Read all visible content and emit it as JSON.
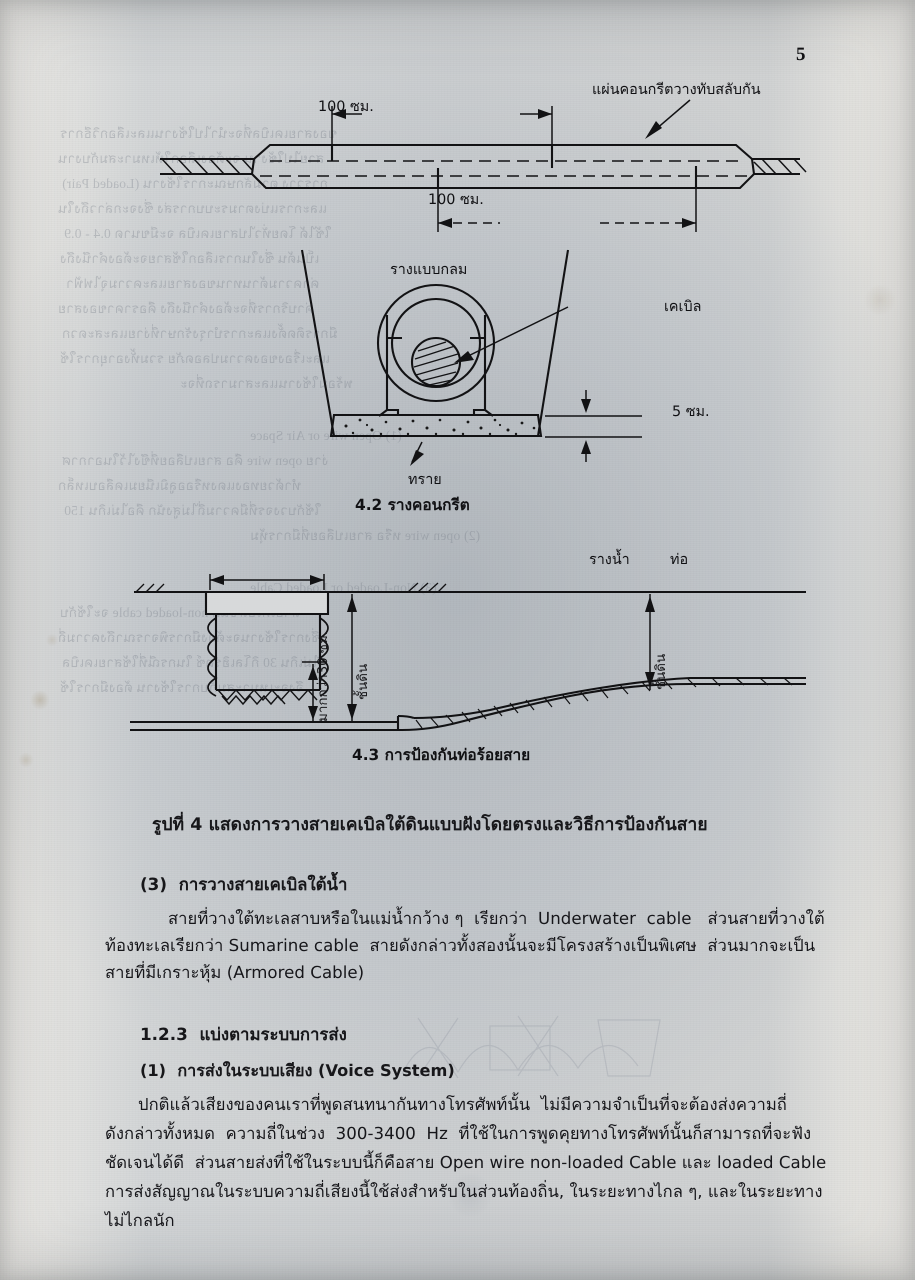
{
  "page": {
    "number": "5",
    "language": "Thai",
    "ink_color": "#17171a",
    "paper_color": "#cacdd0"
  },
  "figure_top": {
    "id": "4.1",
    "dim_upper": "100 ซม.",
    "dim_lower": "100 ซม.",
    "callout": "แผ่นคอนกรีตวางทับสลับกัน"
  },
  "figure_mid": {
    "id": "4.2",
    "caption": "4.2 รางคอนกรีต",
    "label_duct": "รางแบบกลม",
    "label_cable": "เคเบิล",
    "label_sand": "ทราย",
    "dim_depth": "5 ซม."
  },
  "figure_bottom": {
    "id": "4.3",
    "caption": "4.3 การป้องกันท่อร้อยสาย",
    "label_trough": "รางน้ำ",
    "label_pipe": "ท่อ",
    "dim_clearance": "มากกว่า30 ซม.",
    "label_ground_left": "ชั้นดิน",
    "label_ground_right": "ชั้นดิน"
  },
  "figure_caption": "รูปที่ 4 แสดงการวางสายเคเบิลใต้ดินแบบฝังโดยตรงและวิธีการป้องกันสาย",
  "section_3": {
    "heading": "(3)  การวางสายเคเบิลใต้น้ำ",
    "lines": [
      "สายที่วางใต้ทะเลสาบหรือในแม่น้ำกว้าง ๆ  เรียกว่า  Underwater  cable   ส่วนสายที่วางใต้",
      "ท้องทะเลเรียกว่า Sumarine cable  สายดังกล่าวทั้งสองนั้นจะมีโครงสร้างเป็นพิเศษ  ส่วนมากจะเป็น",
      "สายที่มีเกราะหุ้ม (Armored Cable)"
    ]
  },
  "section_123": {
    "heading": "1.2.3  แบ่งตามระบบการส่ง",
    "sub_heading": "(1)  การส่งในระบบเสียง (Voice System)",
    "lines": [
      "ปกติแล้วเสียงของคนเราที่พูดสนทนากันทางโทรศัพท์นั้น  ไม่มีความจำเป็นที่จะต้องส่งความถี่",
      "ดังกล่าวทั้งหมด  ความถี่ในช่วง  300-3400  Hz  ที่ใช้ในการพูดคุยทางโทรศัพท์นั้นก็สามารถที่จะฟัง",
      "ชัดเจนได้ดี  ส่วนสายส่งที่ใช้ในระบบนี้ก็คือสาย Open wire non-loaded Cable และ loaded Cable",
      "การส่งสัญญาณในระบบความถี่เสียงนี้ใช้ส่งสำหรับในส่วนท้องถิ่น, ในระยะทางไกล ๆ, และในระยะทาง",
      "ไม่ไกลนัก"
    ]
  },
  "show_through": {
    "note": "mirrored text bleeding from reverse page",
    "lines": [
      "ของสายเคเบิลที่จะนำไปใช้งานและเลือกวิธีการ",
      "สายไปใช้งาน จะต้องเลือกให้เหมาะสมกับงาน",
      "การวาง ตามลักษณะการใช้งาน (Loaded Pair)",
      "และการแบ่งตามระบบการส่ง ซึ่งจะกล่าวถึงใน",
      "ใช้ได้  โดยทั่วไปสายเคเบิล จะมีขนาด 0.4 - 0.9",
      "เป็นต้น ซึ่งในการเลือกใช้สายจะต้องคำนึงถึง",
      "ค่าความต้านทานของสายและความจุไฟฟ้า",
      "ค่าบริการที่จะต้องคำนึงถึง คือราคาของสาย",
      "มีการติดตั้งและการบำรุงรักษาที่ง่ายและสะดวก",
      "และเรื่องของความปลอดภัย รวมทั้งอายุการใช้",
      "พร้อมใช้งานและสามารถที่จะ",
      "(1)  Open wire or Air Space",
      "ง่าย open wire คือ  สายเปลือยที่ขึงไว้ในอากาศ",
      "ทำด้วยทองแดงหรืออลูมิเนียมเคลือบเหล็ก",
      "ใช้กับวงจรที่มีความถี่ไม่สูงนัก คือไม่เกิน 150",
      "(2)  open wire หรือ สายเปลือยที่มีการหุ้ม",
      "(3)  Non-Loaded or Loaded Cable",
      "สายเคเบิลชนิด non-loaded cable จะใช้กับ",
      "ซึ่งการใช้งานจะต้องมีการพิจารณาถึงความถี่",
      "ไม่เกิน 30 กิโลเฮิรตซ์ ในกรณีที่ใช้สายเคเบิล",
      "จึงจะเหมาะสมกับการใช้งาน ต้องมีการใช้"
    ]
  }
}
